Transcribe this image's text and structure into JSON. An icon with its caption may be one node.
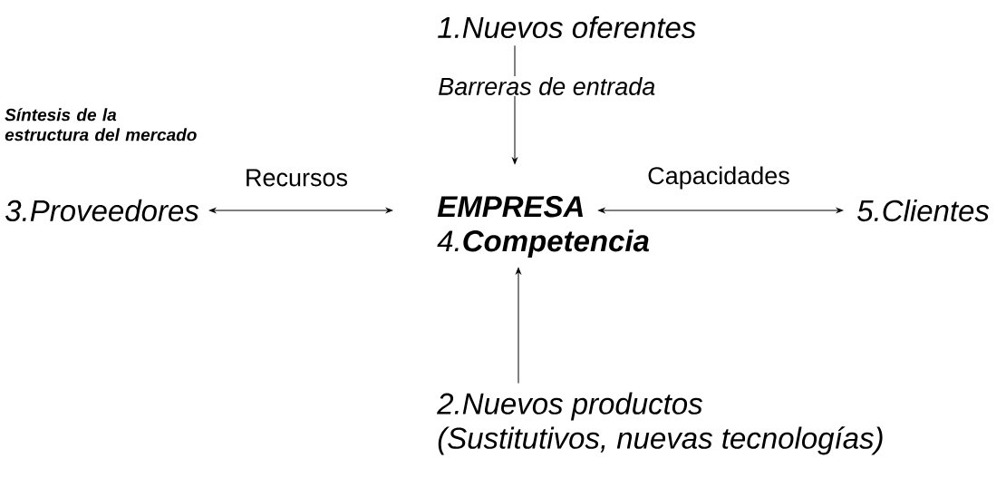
{
  "diagram": {
    "nodes": [
      {
        "text": [
          "1.Nuevos oferentes"
        ]
      },
      {
        "text": [
          "3.Proveedores"
        ]
      },
      {
        "text": [
          "EMPRESA",
          "4.**Competencia**"
        ]
      },
      {
        "text": [
          "5.Clientes"
        ]
      },
      {
        "text": [
          "2.Nuevos productos",
          "(Sustitutivos, nuevas tecnologías)"
        ]
      }
    ],
    "edges": [
      {
        "from": 0,
        "to": 2,
        "arrow": "to",
        "label": "Barreras de entrada"
      },
      {
        "from": 1,
        "to": 2,
        "arrow": "both",
        "label": "Recursos"
      },
      {
        "from": 2,
        "to": 3,
        "arrow": "both",
        "label": "Capacidades"
      },
      {
        "from": 4,
        "to": 2,
        "arrow": "to"
      }
    ],
    "labels": [
      "Síntesis de la estructura del mercado"
    ]
  }
}
